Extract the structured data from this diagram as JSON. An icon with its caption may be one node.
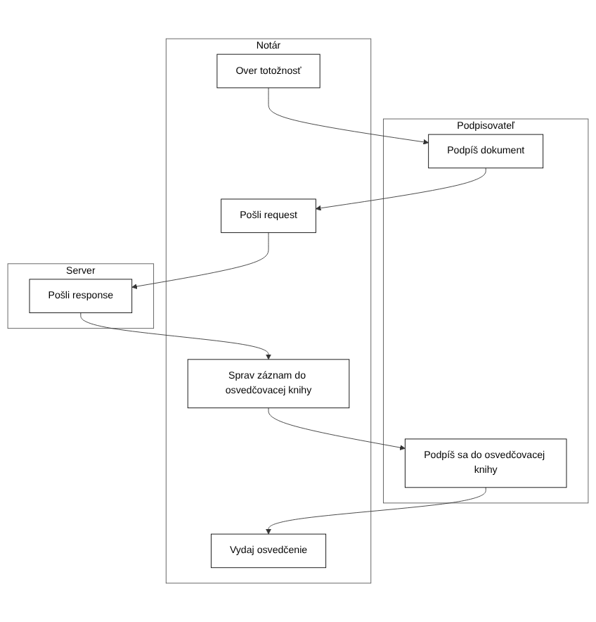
{
  "diagram": {
    "nodes": [
      {
        "text": [
          "Podpisovateľ"
        ]
      },
      {
        "text": [
          "Notár"
        ]
      },
      {
        "text": [
          "Server"
        ]
      },
      {
        "text": [
          "Over totožnosť"
        ],
        "in": 1
      },
      {
        "text": [
          "Podpíš dokument"
        ],
        "in": 0
      },
      {
        "text": [
          "Pošli request"
        ],
        "in": 1
      },
      {
        "text": [
          "Pošli response"
        ],
        "in": 2
      },
      {
        "text": [
          "Sprav záznam do osvedčovacej knihy"
        ],
        "in": 1
      },
      {
        "text": [
          "Podpíš sa do osvedčovacej knihy"
        ],
        "in": 0
      },
      {
        "text": [
          "Vydaj osvedčenie"
        ],
        "in": 1
      }
    ],
    "edges": [
      {
        "from": 3,
        "to": 4,
        "arrow": "to"
      },
      {
        "from": 4,
        "to": 5,
        "arrow": "to"
      },
      {
        "from": 5,
        "to": 6,
        "arrow": "to"
      },
      {
        "from": 6,
        "to": 7,
        "arrow": "to"
      },
      {
        "from": 7,
        "to": 8,
        "arrow": "to"
      },
      {
        "from": 8,
        "to": 9,
        "arrow": "to"
      }
    ]
  }
}
